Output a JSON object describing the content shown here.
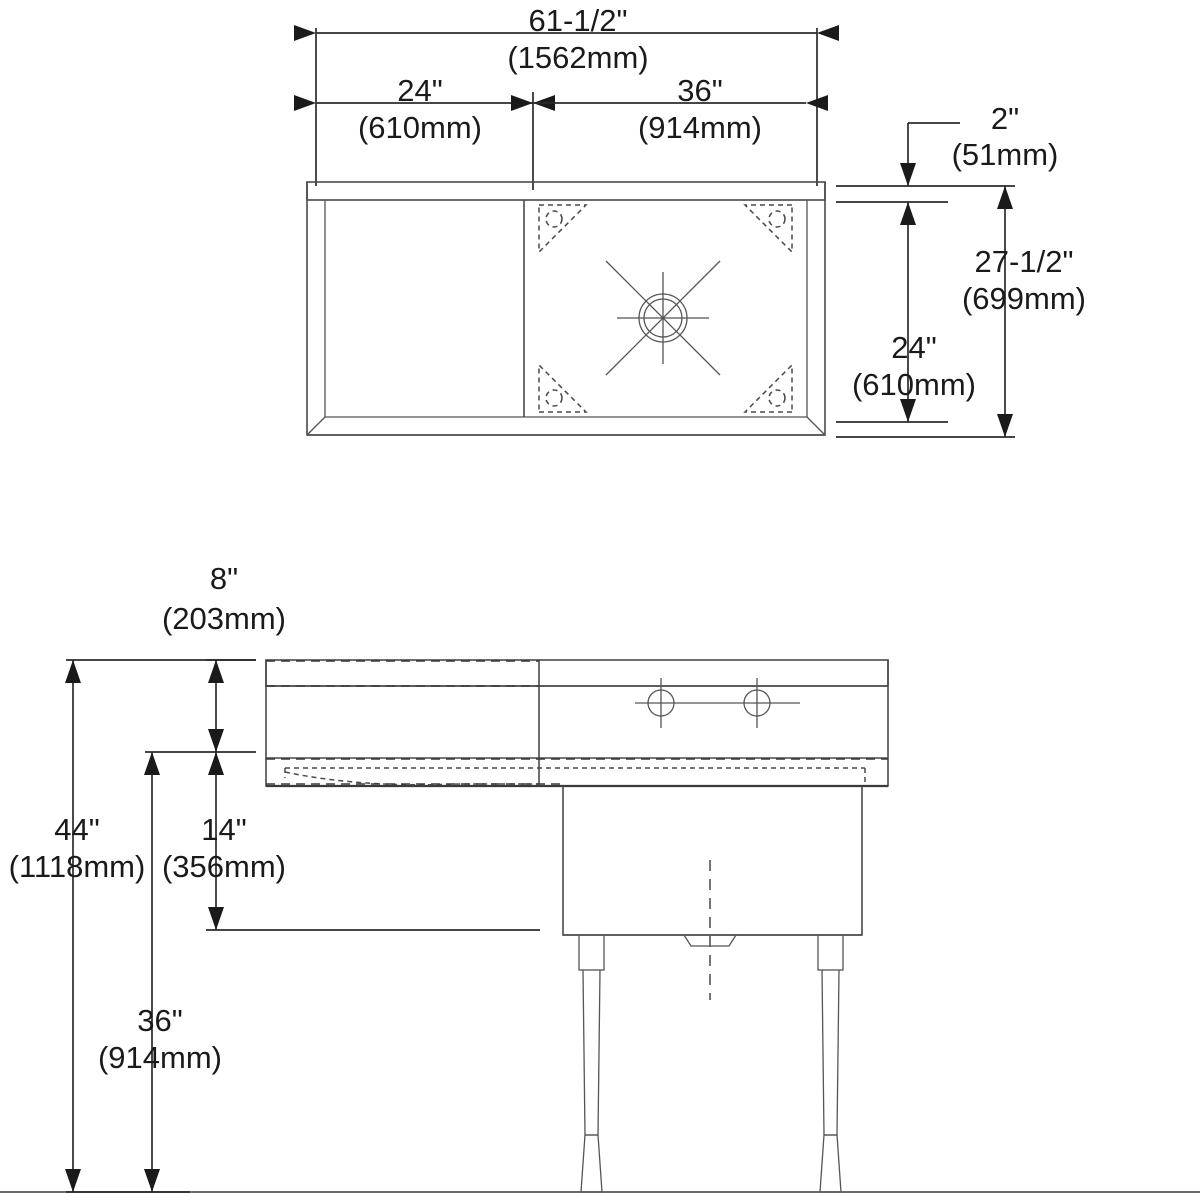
{
  "drawing": {
    "title": "Sink Dimensional Drawing",
    "views": [
      "plan-view",
      "front-elevation"
    ],
    "line_color": "#4a4a4a",
    "dim_color": "#1a1a1a",
    "background": "#ffffff"
  },
  "plan_view": {
    "overall_width": {
      "imperial": "61-1/2\"",
      "metric": "(1562mm)"
    },
    "drainboard_width": {
      "imperial": "24\"",
      "metric": "(610mm)"
    },
    "bowl_width": {
      "imperial": "36\"",
      "metric": "(914mm)"
    },
    "backsplash_depth": {
      "imperial": "2\"",
      "metric": "(51mm)"
    },
    "overall_depth": {
      "imperial": "27-1/2\"",
      "metric": "(699mm)"
    },
    "bowl_depth": {
      "imperial": "24\"",
      "metric": "(610mm)"
    }
  },
  "front_elevation": {
    "backsplash_height": {
      "imperial": "8\"",
      "metric": "(203mm)"
    },
    "overall_height": {
      "imperial": "44\"",
      "metric": "(1118mm)"
    },
    "bowl_depth_height": {
      "imperial": "14\"",
      "metric": "(356mm)"
    },
    "work_surface_height": {
      "imperial": "36\"",
      "metric": "(914mm)"
    }
  },
  "features": {
    "faucet_holes": 2,
    "drain_outlets": 1,
    "legs": 2,
    "corner_radius_markers": 4
  }
}
